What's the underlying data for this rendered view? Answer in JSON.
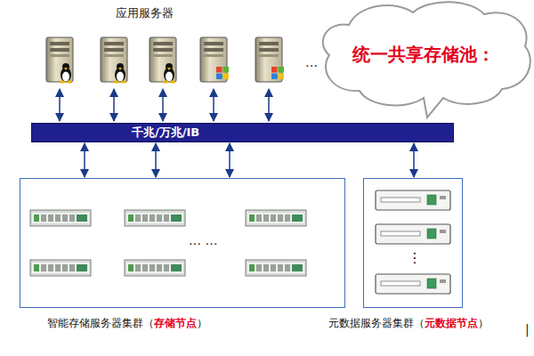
{
  "diagram": {
    "nodes": [
      {
        "text": [
          "统一共享存储池："
        ]
      },
      {
        "text": [
          "千兆/万兆/IB"
        ]
      },
      {
        "text": [
          "智能存储服务器集群（",
          "存储节点",
          "）"
        ]
      },
      {
        "text": [
          "元数据服务器集群（",
          "元数据节点",
          "）"
        ]
      }
    ],
    "edges": [
      {
        "from": 1,
        "to": 2,
        "arrow": "both"
      },
      {
        "from": 1,
        "to": 2,
        "arrow": "both"
      },
      {
        "from": 1,
        "to": 2,
        "arrow": "both"
      },
      {
        "from": 1,
        "to": 3,
        "arrow": "both"
      }
    ],
    "labels": [
      "应用服务器",
      "…",
      "… …",
      "⋮",
      "|"
    ]
  }
}
